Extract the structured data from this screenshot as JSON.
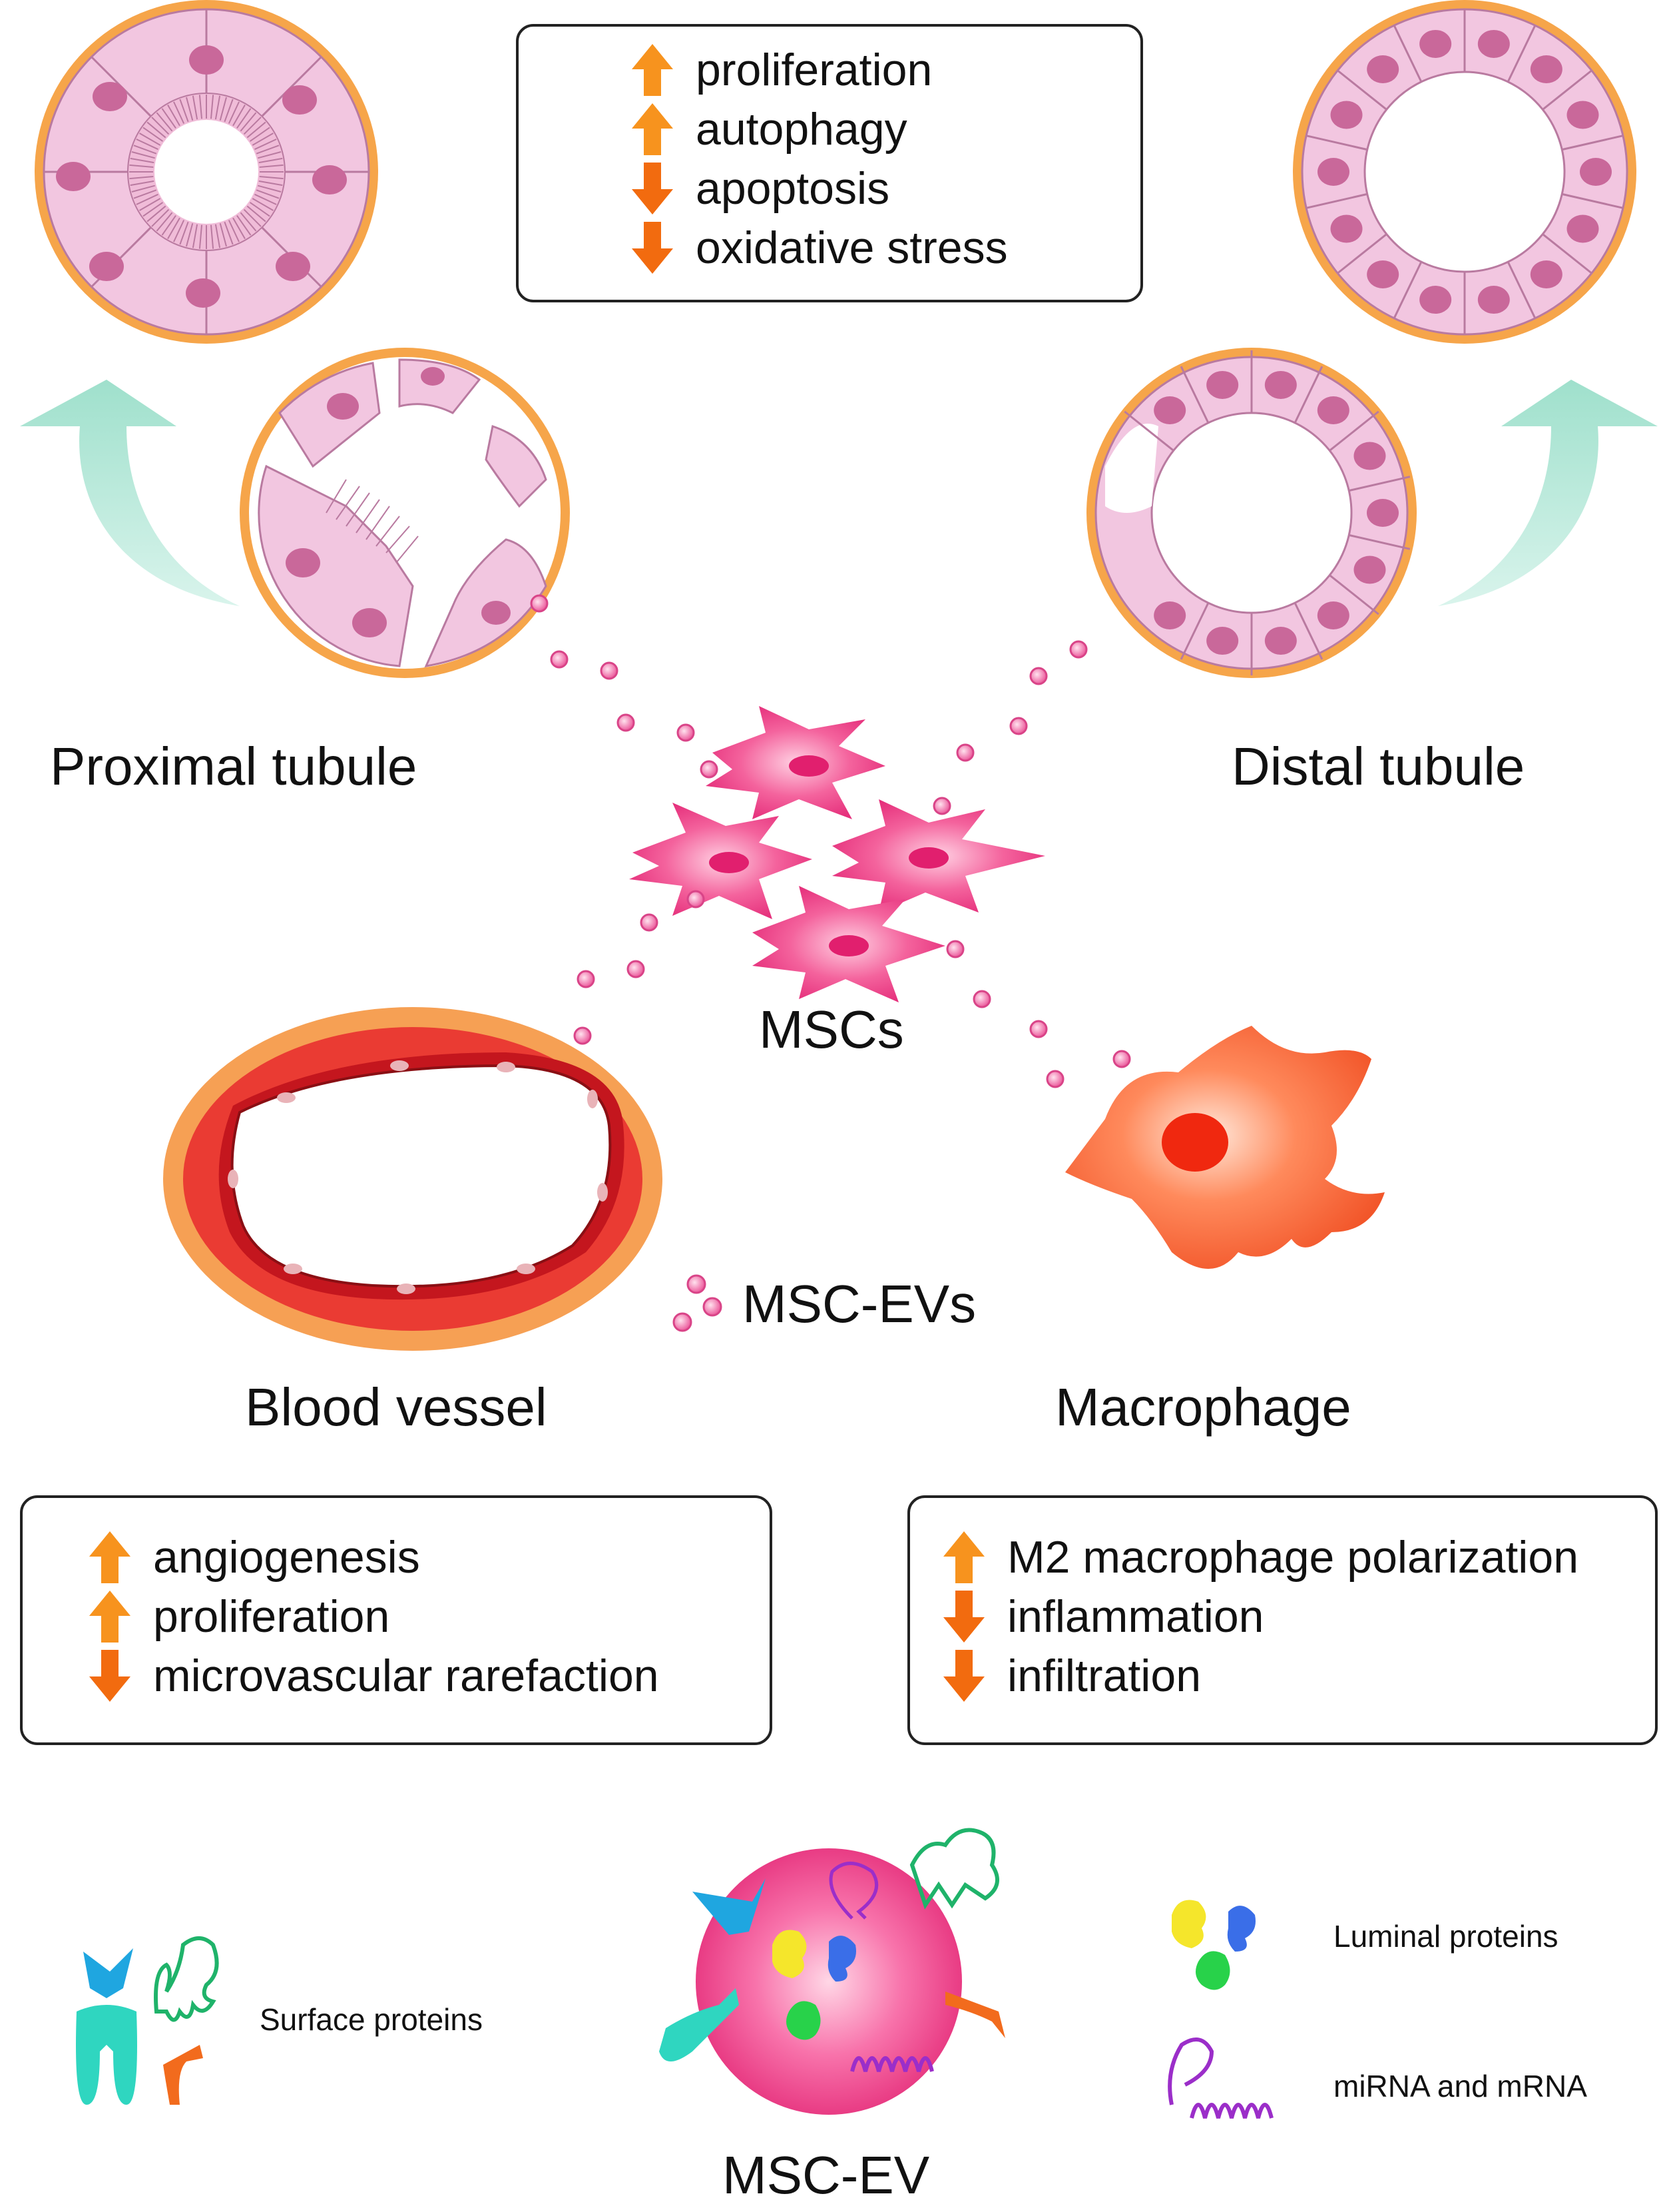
{
  "colors": {
    "increase_arrow": "#f7931e",
    "decrease_arrow": "#f26b0f",
    "tubule_cell": "#f2c6e0",
    "tubule_nucleus": "#c9689a",
    "tubule_border": "#f6a54a",
    "msc": "#ee3f86",
    "vesicle": "#f06aa6",
    "vessel_outer": "#f6a054",
    "vessel_inner": "#d91f26",
    "macrophage": "#f25a2c",
    "recovery_arrow": "#a8e3cf",
    "msc_ev": "#ee3a8c"
  },
  "labels": {
    "proximal_tubule": "Proximal tubule",
    "distal_tubule": "Distal tubule",
    "mscs": "MSCs",
    "blood_vessel": "Blood vessel",
    "macrophage": "Macrophage",
    "msc_evs": "MSC-EVs",
    "msc_ev": "MSC-EV",
    "surface_proteins": "Surface proteins",
    "luminal_proteins": "Luminal proteins",
    "mirna_mrna": "miRNA and mRNA"
  },
  "effect_boxes": {
    "tubule": [
      {
        "direction": "up",
        "text": "proliferation"
      },
      {
        "direction": "up",
        "text": "autophagy"
      },
      {
        "direction": "down",
        "text": "apoptosis"
      },
      {
        "direction": "down",
        "text": "oxidative stress"
      }
    ],
    "blood_vessel": [
      {
        "direction": "up",
        "text": "angiogenesis"
      },
      {
        "direction": "up",
        "text": "proliferation"
      },
      {
        "direction": "down",
        "text": "microvascular rarefaction"
      }
    ],
    "macrophage": [
      {
        "direction": "up",
        "text": "M2 macrophage polarization"
      },
      {
        "direction": "down",
        "text": "inflammation"
      },
      {
        "direction": "down",
        "text": "infiltration"
      }
    ]
  }
}
